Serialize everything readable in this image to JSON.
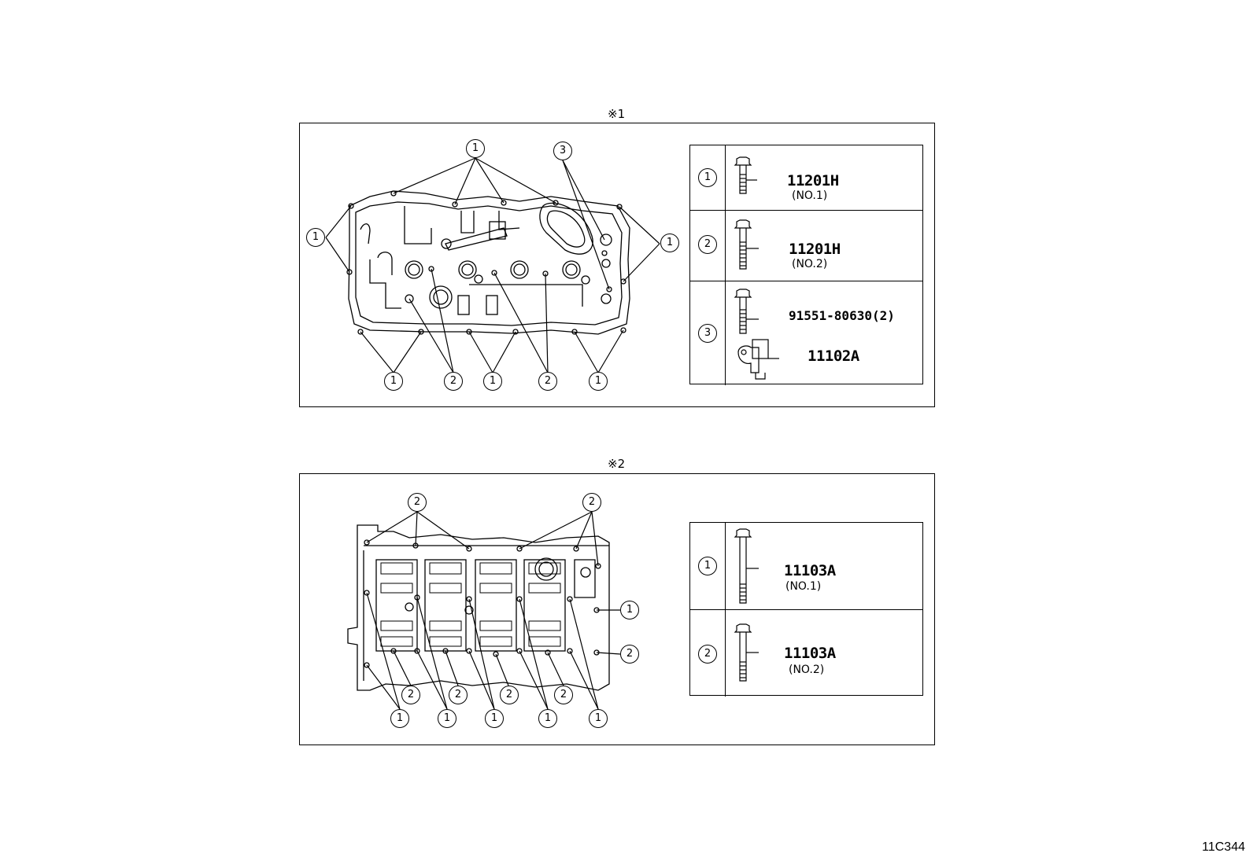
{
  "sections": [
    {
      "label": "※1",
      "callout_numbers": [
        "1",
        "2",
        "3"
      ],
      "legend": [
        {
          "num": "1",
          "part": "11201H",
          "sub": "(NO.1)",
          "icon": "bolt-short-icon"
        },
        {
          "num": "2",
          "part": "11201H",
          "sub": "(NO.2)",
          "icon": "bolt-long-icon"
        },
        {
          "num": "3",
          "part": "91551-80630(2)",
          "part2": "11102A",
          "icon": "bolt-and-sensor-icon"
        }
      ]
    },
    {
      "label": "※2",
      "callout_numbers": [
        "1",
        "2"
      ],
      "legend": [
        {
          "num": "1",
          "part": "11103A",
          "sub": "(NO.1)",
          "icon": "bolt-extra-long-icon"
        },
        {
          "num": "2",
          "part": "11103A",
          "sub": "(NO.2)",
          "icon": "bolt-medium-icon"
        }
      ]
    }
  ],
  "figure_id": "11C344"
}
